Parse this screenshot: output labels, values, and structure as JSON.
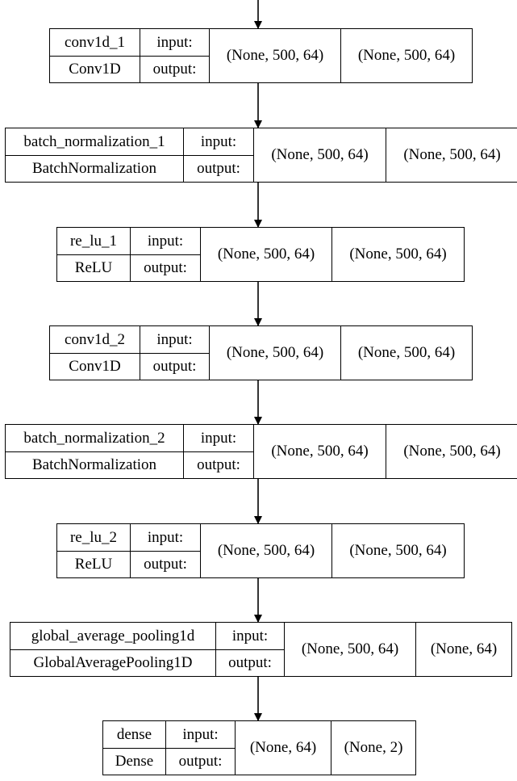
{
  "diagram": {
    "nodes": [
      {
        "name": "conv1d_1",
        "type": "Conv1D",
        "input_label": "input:",
        "output_label": "output:",
        "input_shape": "(None, 500, 64)",
        "output_shape": "(None, 500, 64)"
      },
      {
        "name": "batch_normalization_1",
        "type": "BatchNormalization",
        "input_label": "input:",
        "output_label": "output:",
        "input_shape": "(None, 500, 64)",
        "output_shape": "(None, 500, 64)"
      },
      {
        "name": "re_lu_1",
        "type": "ReLU",
        "input_label": "input:",
        "output_label": "output:",
        "input_shape": "(None, 500, 64)",
        "output_shape": "(None, 500, 64)"
      },
      {
        "name": "conv1d_2",
        "type": "Conv1D",
        "input_label": "input:",
        "output_label": "output:",
        "input_shape": "(None, 500, 64)",
        "output_shape": "(None, 500, 64)"
      },
      {
        "name": "batch_normalization_2",
        "type": "BatchNormalization",
        "input_label": "input:",
        "output_label": "output:",
        "input_shape": "(None, 500, 64)",
        "output_shape": "(None, 500, 64)"
      },
      {
        "name": "re_lu_2",
        "type": "ReLU",
        "input_label": "input:",
        "output_label": "output:",
        "input_shape": "(None, 500, 64)",
        "output_shape": "(None, 500, 64)"
      },
      {
        "name": "global_average_pooling1d",
        "type": "GlobalAveragePooling1D",
        "input_label": "input:",
        "output_label": "output:",
        "input_shape": "(None, 500, 64)",
        "output_shape": "(None, 64)"
      },
      {
        "name": "dense",
        "type": "Dense",
        "input_label": "input:",
        "output_label": "output:",
        "input_shape": "(None, 64)",
        "output_shape": "(None, 2)"
      }
    ]
  }
}
